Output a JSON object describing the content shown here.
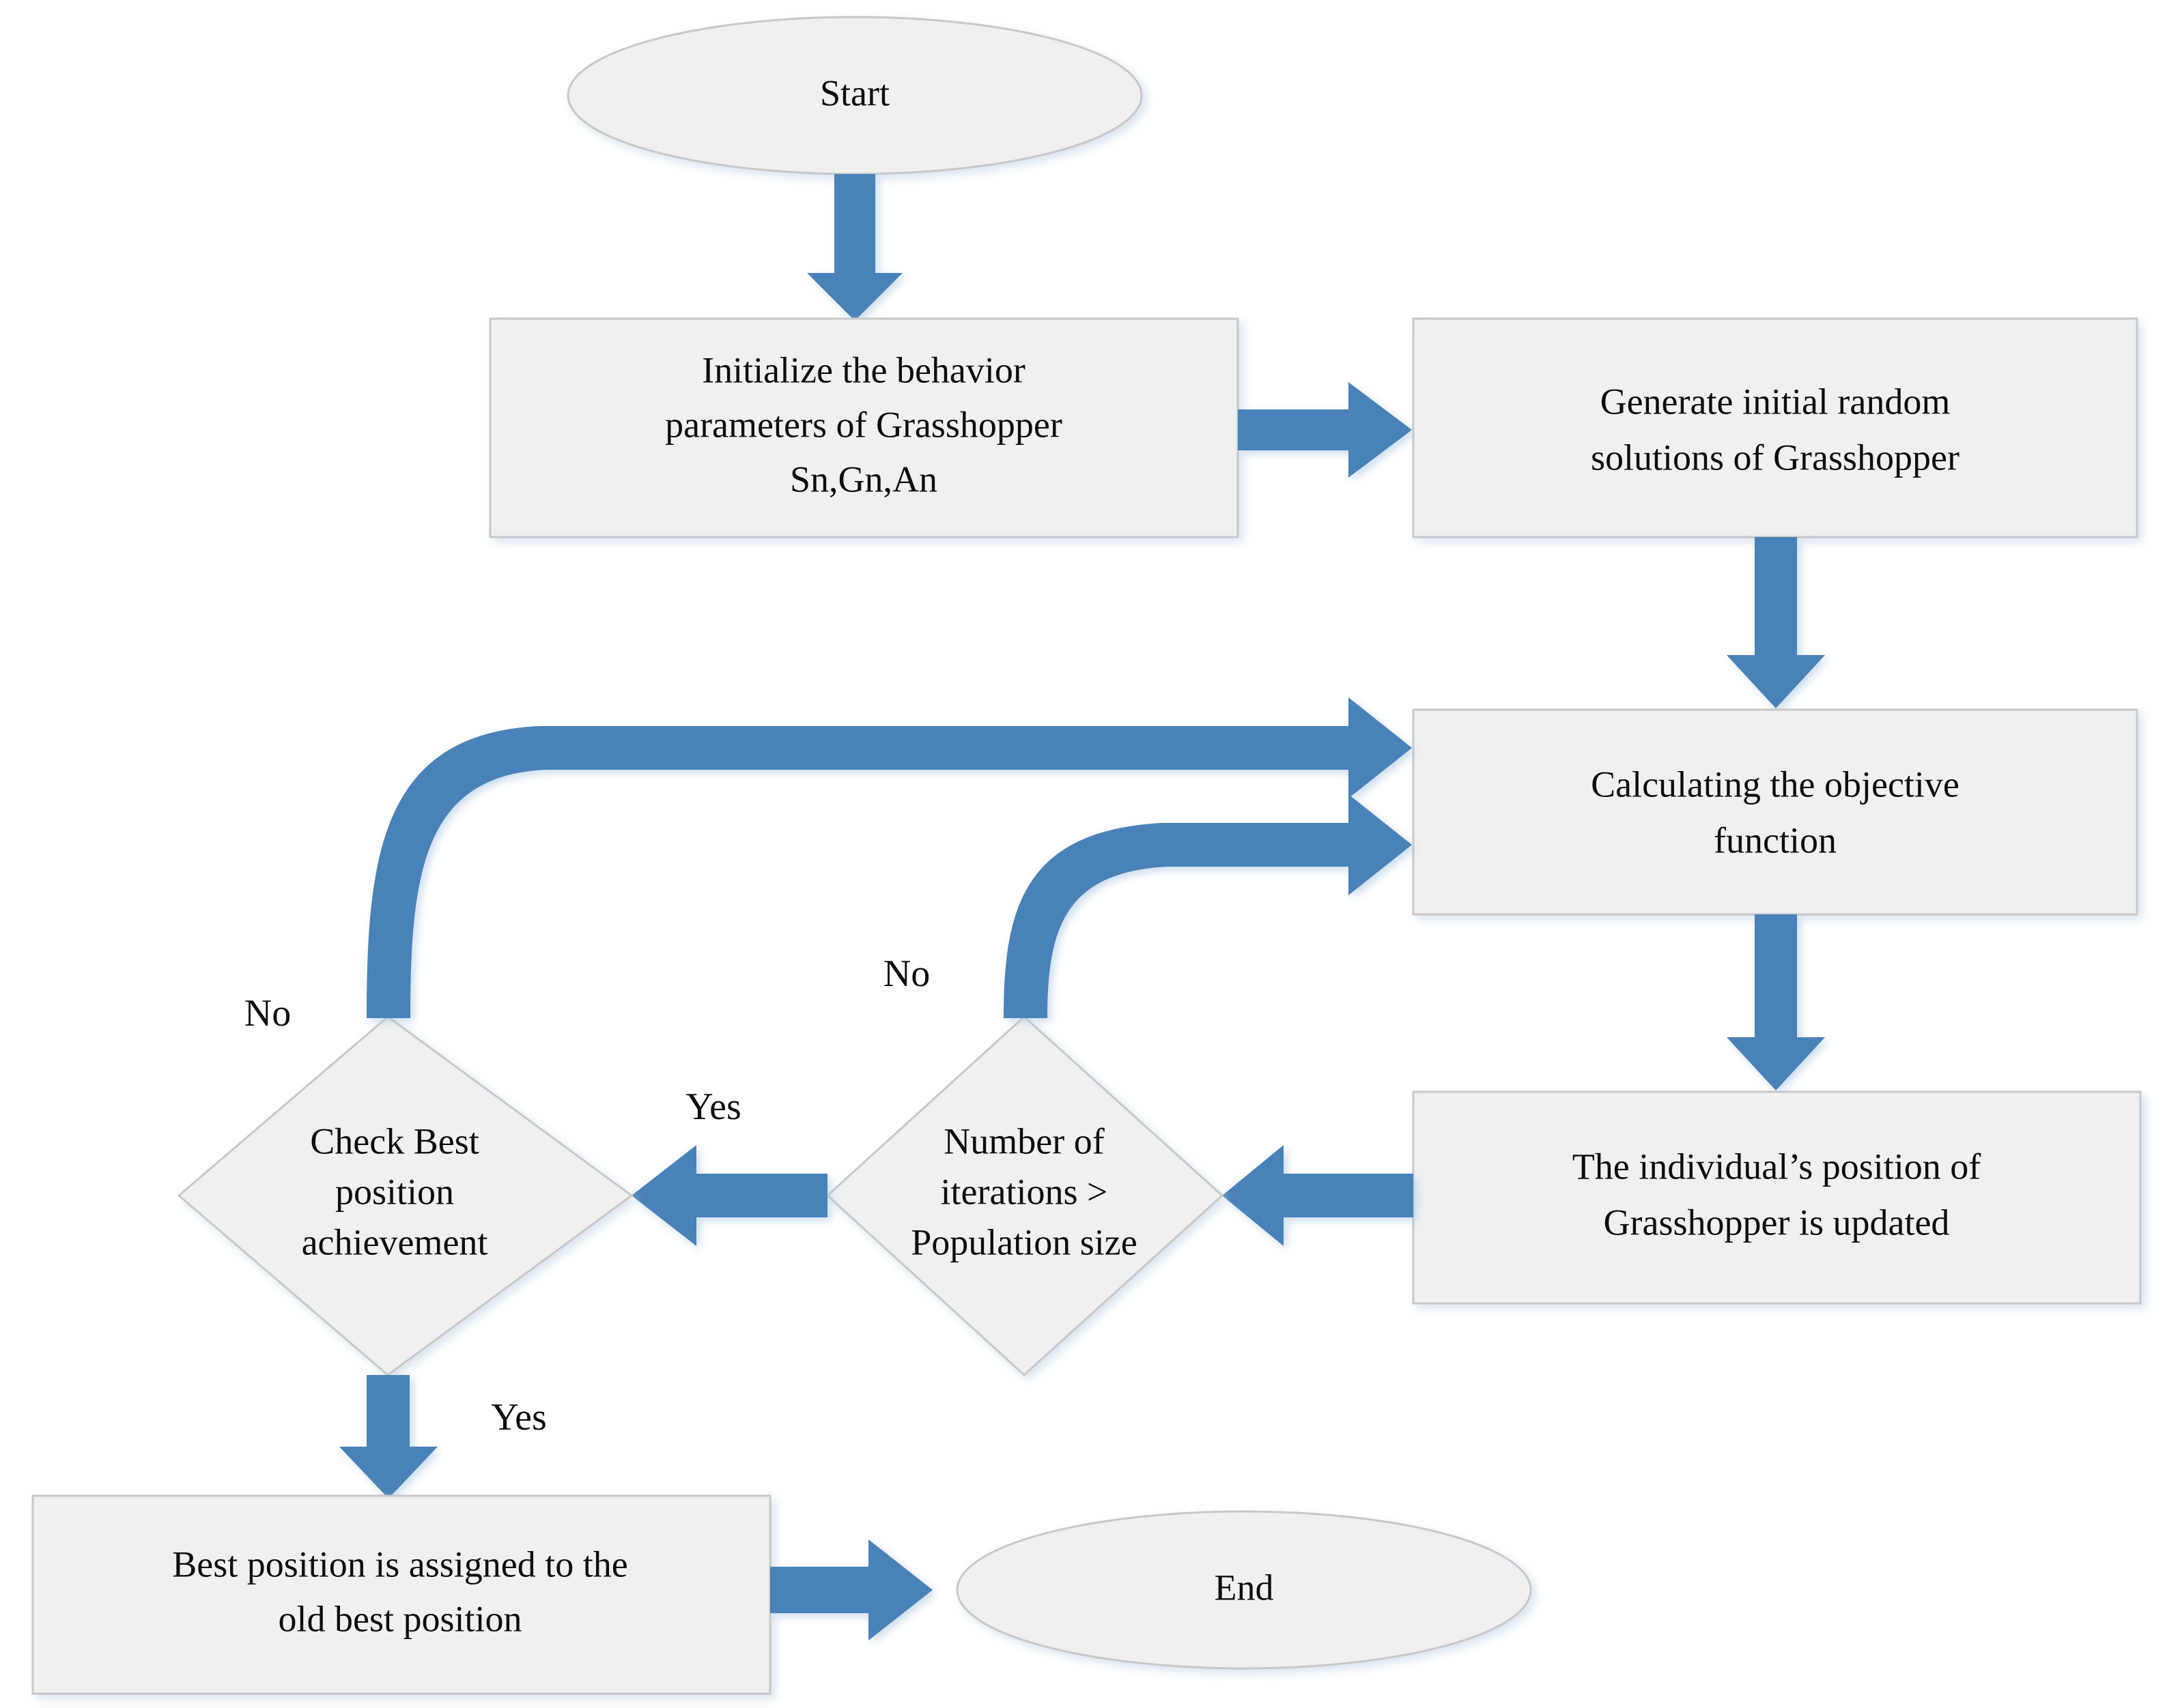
{
  "diagram": {
    "title": "Grasshopper Optimization Algorithm Flowchart",
    "colors": {
      "shape_fill": "#f0f0f0",
      "shape_border": "#c8c8c8",
      "arrow": "#4a82b8",
      "text": "#0d0d0d",
      "background": "#ffffff"
    },
    "nodes": [
      {
        "id": "start",
        "type": "terminator",
        "lines": [
          "Start"
        ]
      },
      {
        "id": "initialize",
        "type": "process",
        "lines": [
          "Initialize the behavior",
          "parameters of Grasshopper",
          "Sn,Gn,An"
        ]
      },
      {
        "id": "generate",
        "type": "process",
        "lines": [
          "Generate initial random",
          "solutions of Grasshopper"
        ]
      },
      {
        "id": "calculate",
        "type": "process",
        "lines": [
          "Calculating the objective",
          "function"
        ]
      },
      {
        "id": "update",
        "type": "process",
        "lines": [
          "The individual’s position of",
          "Grasshopper is updated"
        ]
      },
      {
        "id": "iterations",
        "type": "decision",
        "lines": [
          "Number of",
          "iterations >",
          "Population size"
        ]
      },
      {
        "id": "checkbest",
        "type": "decision",
        "lines": [
          "Check Best",
          "position",
          "achievement"
        ]
      },
      {
        "id": "assign",
        "type": "process",
        "lines": [
          "Best position is assigned to the",
          "old best position"
        ]
      },
      {
        "id": "end",
        "type": "terminator",
        "lines": [
          "End"
        ]
      }
    ],
    "edge_labels": [
      {
        "id": "no-left",
        "text": "No"
      },
      {
        "id": "no-middle",
        "text": "No"
      },
      {
        "id": "yes-middle",
        "text": "Yes"
      },
      {
        "id": "yes-bottom",
        "text": "Yes"
      }
    ]
  }
}
